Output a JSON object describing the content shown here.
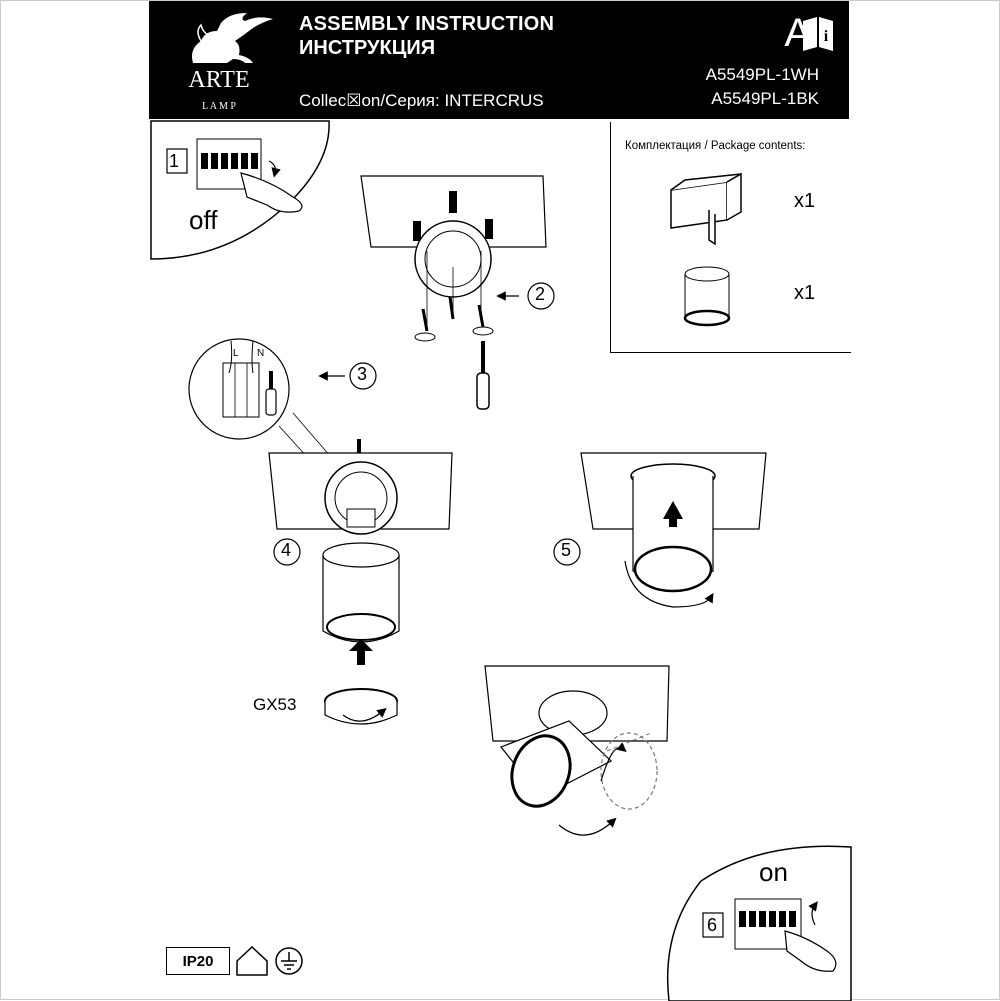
{
  "header": {
    "brand": "ARTE",
    "brand_sub": "L A M P",
    "title_en": "ASSEMBLY INSTRUCTION",
    "title_ru": "ИНСТРУКЦИЯ",
    "series": "Collec☒on/Серия: INTERCRUS",
    "letter": "A",
    "code_1": "A5549PL-1WH",
    "code_2": "A5549PL-1BK"
  },
  "package": {
    "title": "Комплектация / Package contents:",
    "items": [
      {
        "icon": "box-icon",
        "qty": "x1"
      },
      {
        "icon": "lamp-cylinder-icon",
        "qty": "x1"
      }
    ]
  },
  "steps": {
    "s1": "1",
    "s2": "2",
    "s3": "3",
    "s4": "4",
    "s5": "5",
    "s6": "6"
  },
  "labels": {
    "off": "off",
    "on": "on",
    "bulb": "GX53",
    "ip": "IP20",
    "wire_l": "L",
    "wire_n": "N"
  }
}
